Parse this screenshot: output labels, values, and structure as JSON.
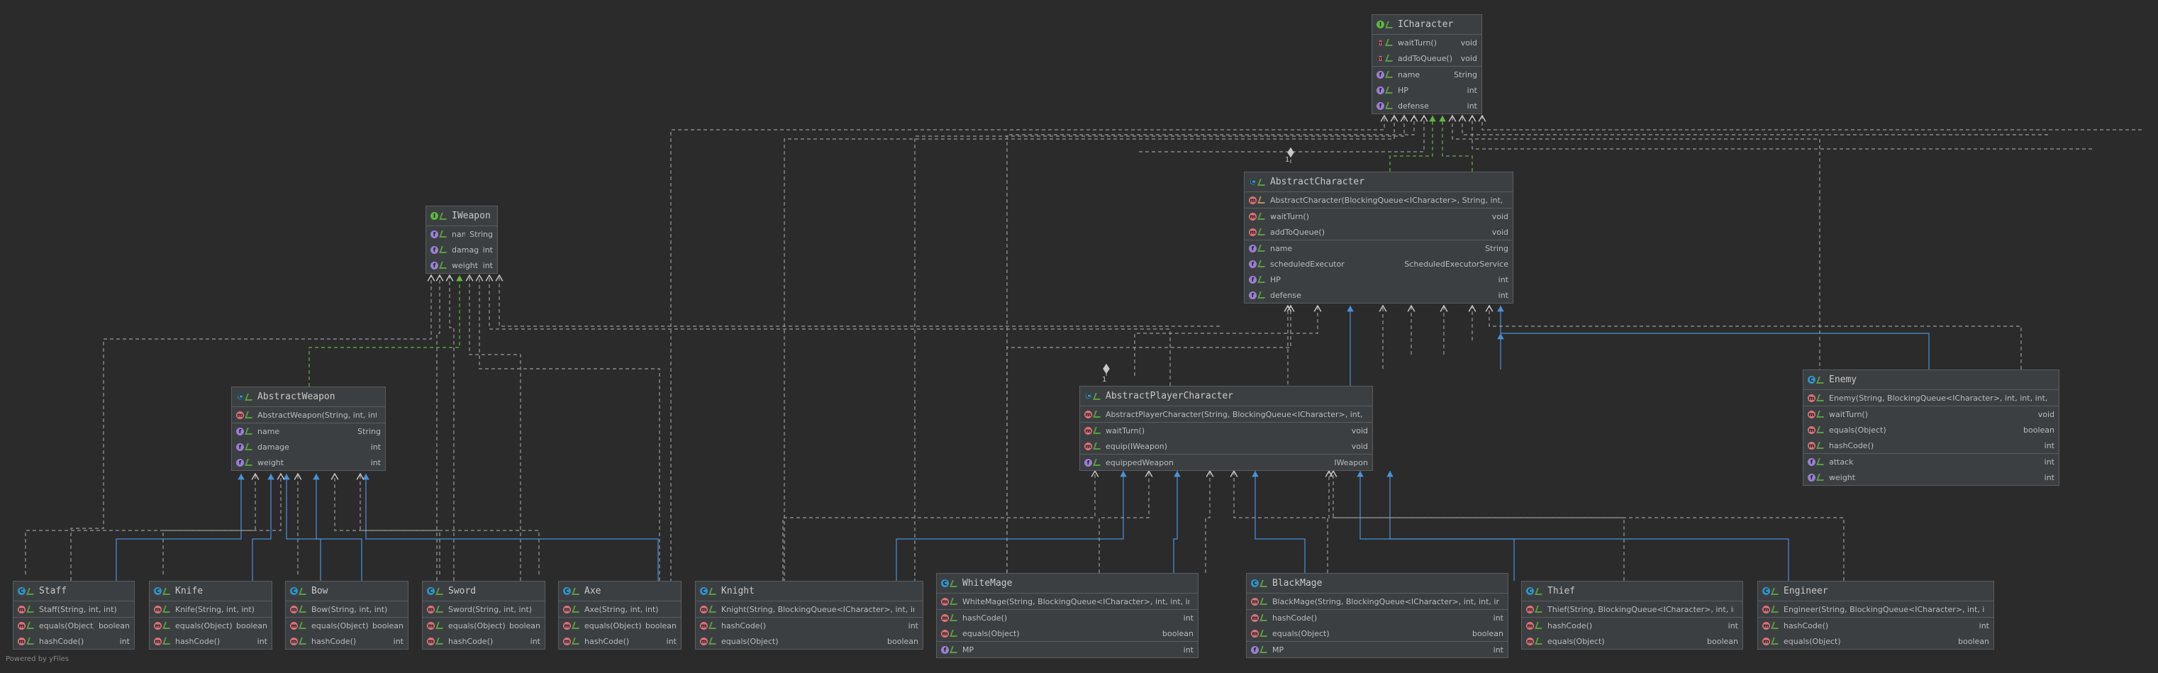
{
  "footer": "Powered by yFiles",
  "colors": {
    "background": "#2b2b2b",
    "box": "#3c3f41",
    "border": "#5a5d60",
    "implements": "#c8c8c8",
    "extends": "#4a90d9",
    "interface_inherit": "#62b543"
  },
  "classes": {
    "icharacter": {
      "kind": "interface",
      "icon": "I",
      "name": "ICharacter",
      "sections": [
        [
          {
            "icon": "am",
            "name": "waitTurn()",
            "type": "void"
          },
          {
            "icon": "am",
            "name": "addToQueue()",
            "type": "void"
          }
        ],
        [
          {
            "icon": "f",
            "name": "name",
            "type": "String"
          },
          {
            "icon": "f",
            "name": "HP",
            "type": "int"
          },
          {
            "icon": "f",
            "name": "defense",
            "type": "int"
          }
        ]
      ]
    },
    "iweapon": {
      "kind": "interface",
      "icon": "I",
      "name": "IWeapon",
      "sections": [
        [
          {
            "icon": "f",
            "name": "name",
            "type": "String"
          },
          {
            "icon": "f",
            "name": "damage",
            "type": "int"
          },
          {
            "icon": "f",
            "name": "weight",
            "type": "int"
          }
        ]
      ]
    },
    "abstractcharacter": {
      "kind": "abstract",
      "icon": "C",
      "name": "AbstractCharacter",
      "sections": [
        [
          {
            "icon": "m",
            "name": "AbstractCharacter(BlockingQueue<ICharacter>, String, int, int)",
            "type": "",
            "lock": true
          }
        ],
        [
          {
            "icon": "m",
            "name": "waitTurn()",
            "type": "void"
          },
          {
            "icon": "m",
            "name": "addToQueue()",
            "type": "void"
          }
        ],
        [
          {
            "icon": "f",
            "name": "name",
            "type": "String"
          },
          {
            "icon": "f",
            "name": "scheduledExecutor",
            "type": "ScheduledExecutorService"
          },
          {
            "icon": "f",
            "name": "HP",
            "type": "int"
          },
          {
            "icon": "f",
            "name": "defense",
            "type": "int"
          }
        ]
      ]
    },
    "abstractweapon": {
      "kind": "abstract",
      "icon": "C",
      "name": "AbstractWeapon",
      "sections": [
        [
          {
            "icon": "m",
            "name": "AbstractWeapon(String, int, int)",
            "type": ""
          }
        ],
        [
          {
            "icon": "f",
            "name": "name",
            "type": "String"
          },
          {
            "icon": "f",
            "name": "damage",
            "type": "int"
          },
          {
            "icon": "f",
            "name": "weight",
            "type": "int"
          }
        ]
      ]
    },
    "abstractplayercharacter": {
      "kind": "abstract",
      "icon": "C",
      "name": "AbstractPlayerCharacter",
      "sections": [
        [
          {
            "icon": "m",
            "name": "AbstractPlayerCharacter(String, BlockingQueue<ICharacter>, int, int)",
            "type": ""
          }
        ],
        [
          {
            "icon": "m",
            "name": "waitTurn()",
            "type": "void"
          },
          {
            "icon": "m",
            "name": "equip(IWeapon)",
            "type": "void"
          }
        ],
        [
          {
            "icon": "f",
            "name": "equippedWeapon",
            "type": "IWeapon"
          }
        ]
      ]
    },
    "enemy": {
      "kind": "class",
      "icon": "C",
      "name": "Enemy",
      "sections": [
        [
          {
            "icon": "m",
            "name": "Enemy(String, BlockingQueue<ICharacter>, int, int, int, int)",
            "type": ""
          }
        ],
        [
          {
            "icon": "m",
            "name": "waitTurn()",
            "type": "void"
          },
          {
            "icon": "m",
            "name": "equals(Object)",
            "type": "boolean"
          },
          {
            "icon": "m",
            "name": "hashCode()",
            "type": "int"
          }
        ],
        [
          {
            "icon": "f",
            "name": "attack",
            "type": "int"
          },
          {
            "icon": "f",
            "name": "weight",
            "type": "int"
          }
        ]
      ]
    },
    "staff": {
      "kind": "class",
      "icon": "C",
      "name": "Staff",
      "sections": [
        [
          {
            "icon": "m",
            "name": "Staff(String, int, int)",
            "type": ""
          }
        ],
        [
          {
            "icon": "m",
            "name": "equals(Object)",
            "type": "boolean"
          },
          {
            "icon": "m",
            "name": "hashCode()",
            "type": "int"
          }
        ]
      ]
    },
    "knife": {
      "kind": "class",
      "icon": "C",
      "name": "Knife",
      "sections": [
        [
          {
            "icon": "m",
            "name": "Knife(String, int, int)",
            "type": ""
          }
        ],
        [
          {
            "icon": "m",
            "name": "equals(Object)",
            "type": "boolean"
          },
          {
            "icon": "m",
            "name": "hashCode()",
            "type": "int"
          }
        ]
      ]
    },
    "bow": {
      "kind": "class",
      "icon": "C",
      "name": "Bow",
      "sections": [
        [
          {
            "icon": "m",
            "name": "Bow(String, int, int)",
            "type": ""
          }
        ],
        [
          {
            "icon": "m",
            "name": "equals(Object)",
            "type": "boolean"
          },
          {
            "icon": "m",
            "name": "hashCode()",
            "type": "int"
          }
        ]
      ]
    },
    "sword": {
      "kind": "class",
      "icon": "C",
      "name": "Sword",
      "sections": [
        [
          {
            "icon": "m",
            "name": "Sword(String, int, int)",
            "type": ""
          }
        ],
        [
          {
            "icon": "m",
            "name": "equals(Object)",
            "type": "boolean"
          },
          {
            "icon": "m",
            "name": "hashCode()",
            "type": "int"
          }
        ]
      ]
    },
    "axe": {
      "kind": "class",
      "icon": "C",
      "name": "Axe",
      "sections": [
        [
          {
            "icon": "m",
            "name": "Axe(String, int, int)",
            "type": ""
          }
        ],
        [
          {
            "icon": "m",
            "name": "equals(Object)",
            "type": "boolean"
          },
          {
            "icon": "m",
            "name": "hashCode()",
            "type": "int"
          }
        ]
      ]
    },
    "knight": {
      "kind": "class",
      "icon": "C",
      "name": "Knight",
      "sections": [
        [
          {
            "icon": "m",
            "name": "Knight(String, BlockingQueue<ICharacter>, int, int)",
            "type": ""
          }
        ],
        [
          {
            "icon": "m",
            "name": "hashCode()",
            "type": "int"
          },
          {
            "icon": "m",
            "name": "equals(Object)",
            "type": "boolean"
          }
        ]
      ]
    },
    "whitemage": {
      "kind": "class",
      "icon": "C",
      "name": "WhiteMage",
      "sections": [
        [
          {
            "icon": "m",
            "name": "WhiteMage(String, BlockingQueue<ICharacter>, int, int, int)",
            "type": ""
          }
        ],
        [
          {
            "icon": "m",
            "name": "hashCode()",
            "type": "int"
          },
          {
            "icon": "m",
            "name": "equals(Object)",
            "type": "boolean"
          }
        ],
        [
          {
            "icon": "f",
            "name": "MP",
            "type": "int"
          }
        ]
      ]
    },
    "blackmage": {
      "kind": "class",
      "icon": "C",
      "name": "BlackMage",
      "sections": [
        [
          {
            "icon": "m",
            "name": "BlackMage(String, BlockingQueue<ICharacter>, int, int, int)",
            "type": ""
          }
        ],
        [
          {
            "icon": "m",
            "name": "hashCode()",
            "type": "int"
          },
          {
            "icon": "m",
            "name": "equals(Object)",
            "type": "boolean"
          }
        ],
        [
          {
            "icon": "f",
            "name": "MP",
            "type": "int"
          }
        ]
      ]
    },
    "thief": {
      "kind": "class",
      "icon": "C",
      "name": "Thief",
      "sections": [
        [
          {
            "icon": "m",
            "name": "Thief(String, BlockingQueue<ICharacter>, int, int)",
            "type": ""
          }
        ],
        [
          {
            "icon": "m",
            "name": "hashCode()",
            "type": "int"
          },
          {
            "icon": "m",
            "name": "equals(Object)",
            "type": "boolean"
          }
        ]
      ]
    },
    "engineer": {
      "kind": "class",
      "icon": "C",
      "name": "Engineer",
      "sections": [
        [
          {
            "icon": "m",
            "name": "Engineer(String, BlockingQueue<ICharacter>, int, int)",
            "type": ""
          }
        ],
        [
          {
            "icon": "m",
            "name": "hashCode()",
            "type": "int"
          },
          {
            "icon": "m",
            "name": "equals(Object)",
            "type": "boolean"
          }
        ]
      ]
    }
  },
  "multiplicity": {
    "one_a": "1",
    "one_b": "1"
  }
}
